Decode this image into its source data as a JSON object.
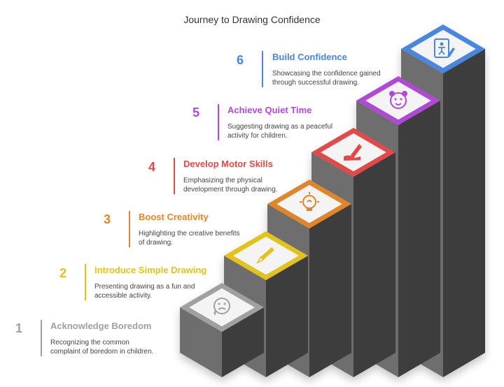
{
  "title": "Journey to Drawing Confidence",
  "steps": [
    {
      "number": "1",
      "heading": "Acknowledge Boredom",
      "line1": "Recognizing the common",
      "line2": "complaint of boredom in children.",
      "color": "#a0a0a0",
      "icon": "sad-face-drop-icon"
    },
    {
      "number": "2",
      "heading": "Introduce Simple Drawing",
      "line1": "Presenting drawing as a fun and",
      "line2": "accessible activity.",
      "color": "#e3c21c",
      "icon": "pencil-icon"
    },
    {
      "number": "3",
      "heading": "Boost Creativity",
      "line1": "Highlighting the creative benefits",
      "line2": "of drawing.",
      "color": "#e0862c",
      "icon": "lightbulb-icon"
    },
    {
      "number": "4",
      "heading": "Develop Motor Skills",
      "line1": "Emphasizing the physical",
      "line2": "development through drawing.",
      "color": "#e24a4a",
      "icon": "hand-pencil-icon"
    },
    {
      "number": "5",
      "heading": "Achieve Quiet Time",
      "line1": "Suggesting drawing as a peaceful",
      "line2": "activity for children.",
      "color": "#b04ad6",
      "icon": "alarm-clock-icon"
    },
    {
      "number": "6",
      "heading": "Build Confidence",
      "line1": "Showcasing the confidence gained",
      "line2": "through successful drawing.",
      "color": "#4a86e0",
      "icon": "person-drawing-icon"
    }
  ]
}
